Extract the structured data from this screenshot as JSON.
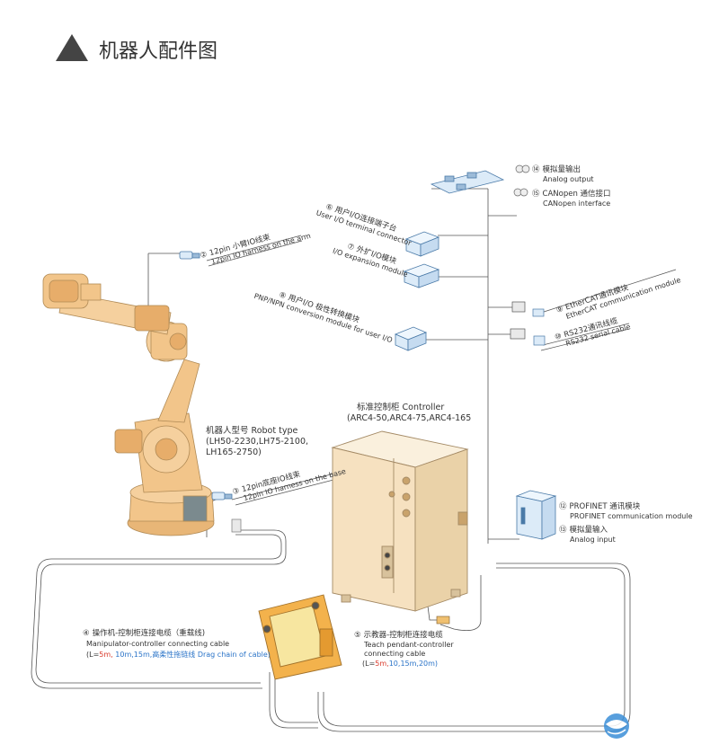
{
  "title": "机器人配件图",
  "robot": {
    "l1": "机器人型号 Robot type",
    "l2": "(LH50-2230,LH75-2100,",
    "l3": "LH165-2750)"
  },
  "controller": {
    "l1": "标准控制柜 Controller",
    "l2": "(ARC4-50,ARC4-75,ARC4-165"
  },
  "parts": {
    "p2": {
      "num": "②",
      "cn": "12pin 小臂IO线束",
      "en": "12pin IO harness on the arm"
    },
    "p3": {
      "num": "③",
      "cn": "12pin底座IO线束",
      "en": "12pin IO harness on the base"
    },
    "p4": {
      "num": "④",
      "cn": "操作机-控制柜连接电缆（重载线)",
      "en": "Manipulator-controller connecting cable",
      "len_prefix": "(L=",
      "len_red": "5m,",
      "len_blue": " 10m,15m,高柔性拖链线 Drag chain of cable)"
    },
    "p5": {
      "num": "⑤",
      "cn": "示教器-控制柜连接电缆",
      "en1": "Teach pendant-controller",
      "en2": "connecting cable",
      "len_prefix": "(L=",
      "len_red": "5m,",
      "len_blue": "10,15m,20m)"
    },
    "p6": {
      "num": "⑥",
      "cn": "用户I/O连接端子台",
      "en": "User I/O terminal connector"
    },
    "p7": {
      "num": "⑦",
      "cn": "外扩I/O模块",
      "en": "I/O expansion module"
    },
    "p8": {
      "num": "⑧",
      "cn": "用户I/O 极性转换模块",
      "en": "PNP/NPN conversion module for user I/O"
    },
    "p9": {
      "num": "⑨",
      "cn": "EtherCAT通讯模块",
      "en": "EtherCAT communication module"
    },
    "p10": {
      "num": "⑩",
      "cn": "RS232通讯线缆",
      "en": "RS232 serial cable"
    },
    "p12": {
      "num": "⑫",
      "cn": "PROFINET 通讯模块",
      "en": "PROFINET communication module"
    },
    "p13": {
      "num": "⑬",
      "cn": "模拟量输入",
      "en": "Analog input"
    },
    "p14": {
      "num": "⑭",
      "cn": "模拟量输出",
      "en": "Analog output"
    },
    "p15": {
      "num": "⑮",
      "cn": "CANopen 通信接口",
      "en": "CANopen interface"
    }
  },
  "colors": {
    "robot": "#f2c58a",
    "controller": "#f6e1c0",
    "module": "#dcebf8",
    "pendant": "#f3b24c",
    "screen": "#f7e6a0",
    "line": "#555555",
    "accent_red": "#d93a2b",
    "accent_blue": "#2b74c8"
  }
}
